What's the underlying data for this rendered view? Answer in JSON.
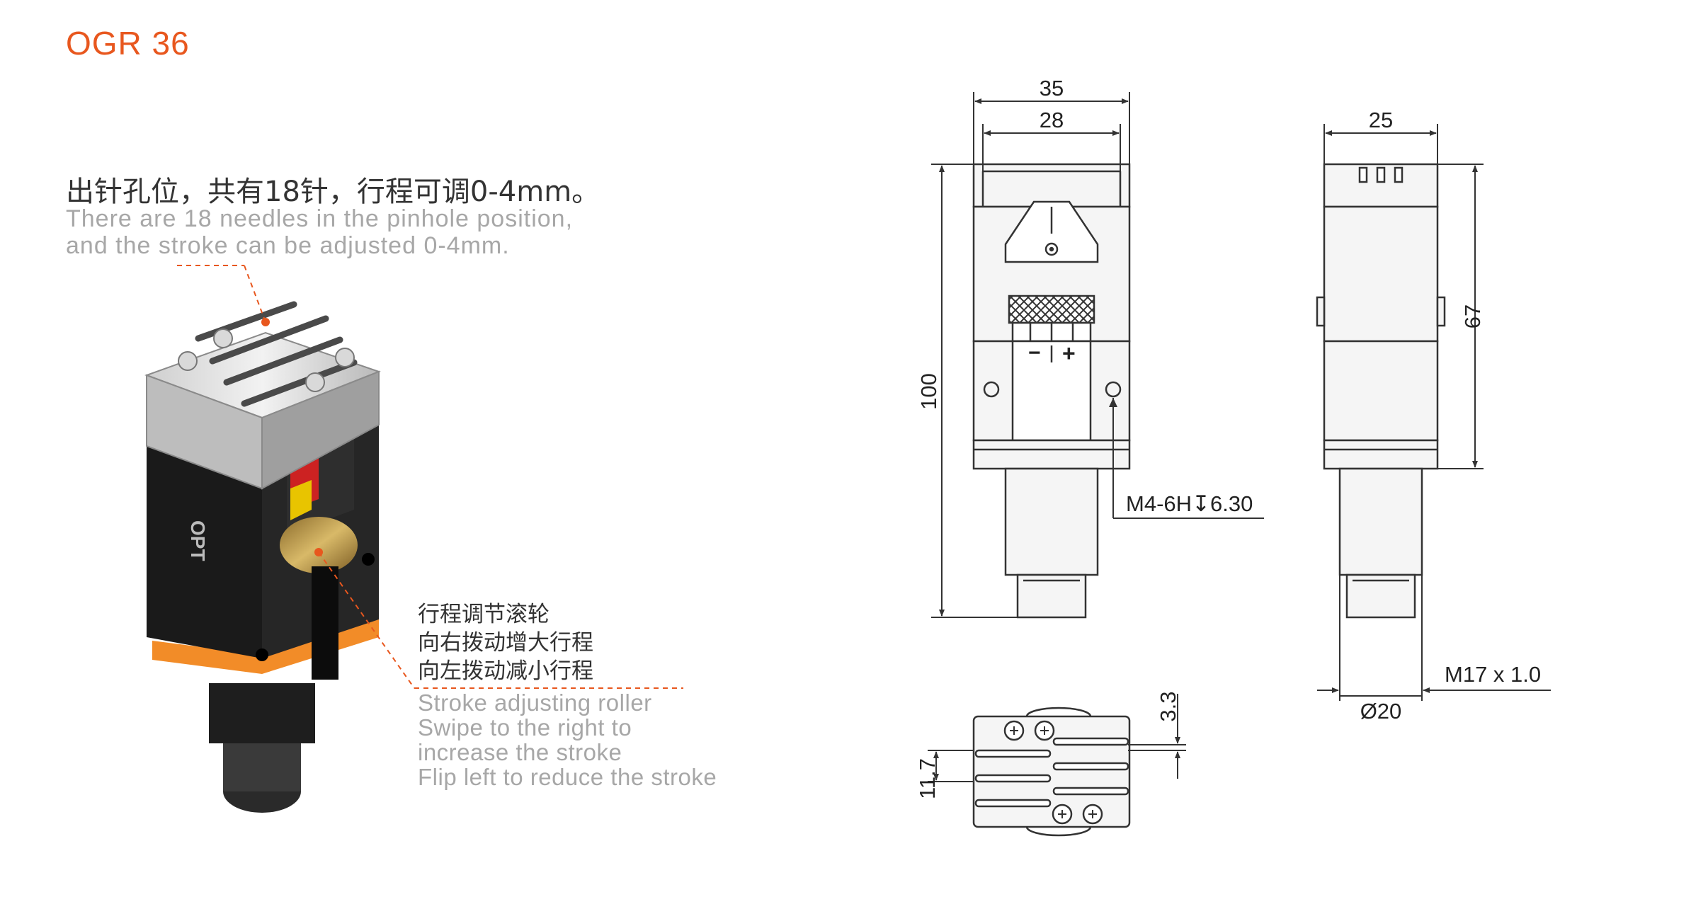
{
  "title": "OGR 36",
  "intro": {
    "cn": "出针孔位，共有18针，行程可调0-4mm。",
    "en_lines": [
      "There are 18 needles in the pinhole position,",
      "and the stroke can be adjusted 0-4mm."
    ]
  },
  "roller": {
    "cn_lines": [
      "行程调节滚轮",
      "向右拨动增大行程",
      "向左拨动减小行程"
    ],
    "en_lines": [
      "Stroke adjusting roller",
      "Swipe to the right to",
      "increase the stroke",
      "Flip left to reduce the stroke"
    ]
  },
  "product": {
    "logo_text": "OPT"
  },
  "front_view": {
    "dim_overall_width": "35",
    "dim_inner_width": "28",
    "dim_height": "100",
    "thread_callout": "M4-6H↧6.30",
    "minus_label": "−",
    "plus_label": "+"
  },
  "side_view": {
    "dim_width": "25",
    "dim_height": "67",
    "dim_diameter": "Ø20",
    "thread_callout": "M17 x 1.0"
  },
  "top_view": {
    "dim_gap": "3.3",
    "dim_pitch": "11.7"
  },
  "colors": {
    "accent": "#e8571e",
    "body": "#1c1c1c",
    "orange_band": "#f28c28",
    "line": "#333333"
  }
}
